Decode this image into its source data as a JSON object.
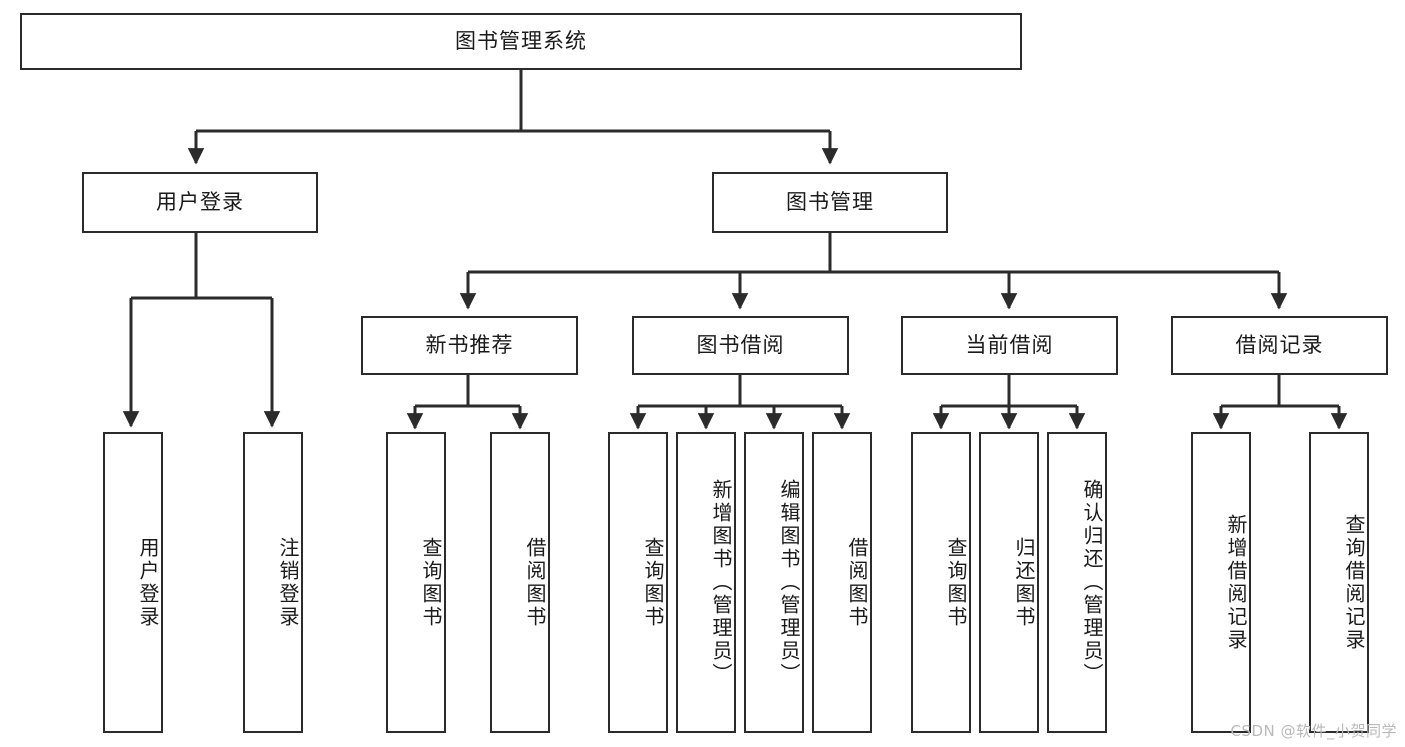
{
  "diagram": {
    "title": "图书管理系统",
    "type": "hierarchy-tree",
    "theme": {
      "background": "#ffffff",
      "stroke": "#2b2b2b",
      "text": "#1a1a1a",
      "watermark": "#b9b9b9"
    },
    "levels": {
      "root": "图书管理系统",
      "level2": [
        "用户登录",
        "图书管理"
      ],
      "level3": [
        "新书推荐",
        "图书借阅",
        "当前借阅",
        "借阅记录"
      ],
      "level4": [
        "用户登录",
        "注销登录",
        "查询图书",
        "借阅图书",
        "查询图书",
        "新增图书（管理员）",
        "编辑图书（管理员）",
        "借阅图书",
        "查询图书",
        "归还图书",
        "确认归还（管理员）",
        "新增借阅记录",
        "查询借阅记录"
      ]
    },
    "nodes": {
      "root": {
        "label": "图书管理系统",
        "orientation": "horizontal"
      },
      "user_login": {
        "label": "用户登录",
        "orientation": "horizontal"
      },
      "book_manage": {
        "label": "图书管理",
        "orientation": "horizontal"
      },
      "new_book_rec": {
        "label": "新书推荐",
        "orientation": "horizontal"
      },
      "book_borrow": {
        "label": "图书借阅",
        "orientation": "horizontal"
      },
      "current_borrow": {
        "label": "当前借阅",
        "orientation": "horizontal"
      },
      "borrow_record": {
        "label": "借阅记录",
        "orientation": "horizontal"
      },
      "leaf_user_login": {
        "label": "用户登录",
        "orientation": "vertical"
      },
      "leaf_logout": {
        "label": "注销登录",
        "orientation": "vertical"
      },
      "leaf_query_book_1": {
        "label": "查询图书",
        "orientation": "vertical"
      },
      "leaf_borrow_book_1": {
        "label": "借阅图书",
        "orientation": "vertical"
      },
      "leaf_query_book_2": {
        "label": "查询图书",
        "orientation": "vertical"
      },
      "leaf_add_book": {
        "label": "新增图书（管理员）",
        "orientation": "vertical"
      },
      "leaf_edit_book": {
        "label": "编辑图书（管理员）",
        "orientation": "vertical"
      },
      "leaf_borrow_book_2": {
        "label": "借阅图书",
        "orientation": "vertical"
      },
      "leaf_query_book_3": {
        "label": "查询图书",
        "orientation": "vertical"
      },
      "leaf_return_book": {
        "label": "归还图书",
        "orientation": "vertical"
      },
      "leaf_confirm_return": {
        "label": "确认归还（管理员）",
        "orientation": "vertical"
      },
      "leaf_add_record": {
        "label": "新增借阅记录",
        "orientation": "vertical"
      },
      "leaf_query_record": {
        "label": "查询借阅记录",
        "orientation": "vertical"
      }
    },
    "edges": [
      {
        "from": "root",
        "to": "user_login"
      },
      {
        "from": "root",
        "to": "book_manage"
      },
      {
        "from": "user_login",
        "to": "leaf_user_login"
      },
      {
        "from": "user_login",
        "to": "leaf_logout"
      },
      {
        "from": "book_manage",
        "to": "new_book_rec"
      },
      {
        "from": "book_manage",
        "to": "book_borrow"
      },
      {
        "from": "book_manage",
        "to": "current_borrow"
      },
      {
        "from": "book_manage",
        "to": "borrow_record"
      },
      {
        "from": "new_book_rec",
        "to": "leaf_query_book_1"
      },
      {
        "from": "new_book_rec",
        "to": "leaf_borrow_book_1"
      },
      {
        "from": "book_borrow",
        "to": "leaf_query_book_2"
      },
      {
        "from": "book_borrow",
        "to": "leaf_add_book"
      },
      {
        "from": "book_borrow",
        "to": "leaf_edit_book"
      },
      {
        "from": "book_borrow",
        "to": "leaf_borrow_book_2"
      },
      {
        "from": "current_borrow",
        "to": "leaf_query_book_3"
      },
      {
        "from": "current_borrow",
        "to": "leaf_return_book"
      },
      {
        "from": "current_borrow",
        "to": "leaf_confirm_return"
      },
      {
        "from": "borrow_record",
        "to": "leaf_add_record"
      },
      {
        "from": "borrow_record",
        "to": "leaf_query_record"
      }
    ]
  },
  "watermark": {
    "text": "CSDN @软件_小贺同学"
  }
}
